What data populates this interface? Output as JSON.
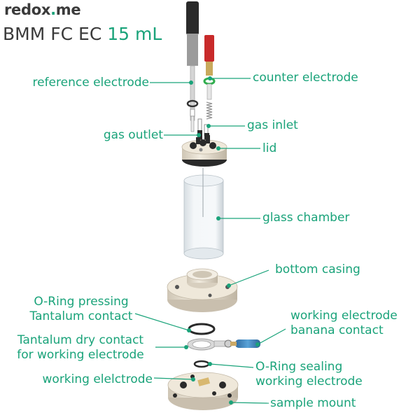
{
  "brand": {
    "name_prefix": "redox",
    "name_accent": ".",
    "name_suffix": "me"
  },
  "title": {
    "main": "BMM FC EC",
    "accent": "15 mL"
  },
  "labels": {
    "reference_electrode": "reference electrode",
    "counter_electrode": "counter electrode",
    "gas_inlet": "gas inlet",
    "gas_outlet": "gas outlet",
    "lid": "lid",
    "glass_chamber": "glass chamber",
    "bottom_casing": "bottom casing",
    "oring_pressing_line1": "O-Ring pressing",
    "oring_pressing_line2": "Tantalum contact",
    "working_banana_line1": "working electrode",
    "working_banana_line2": "banana contact",
    "tantalum_dry_line1": "Tantalum dry contact",
    "tantalum_dry_line2": "for working electrode",
    "oring_sealing_line1": "O-Ring sealing",
    "oring_sealing_line2": "working electrode",
    "working_electrode": "working elelctrode",
    "sample_mount": "sample mount"
  },
  "colors": {
    "accent": "#1aa37a",
    "text_dark": "#3a3a3a",
    "part_light": "#ede5d6",
    "part_shade": "#c9bfae"
  }
}
